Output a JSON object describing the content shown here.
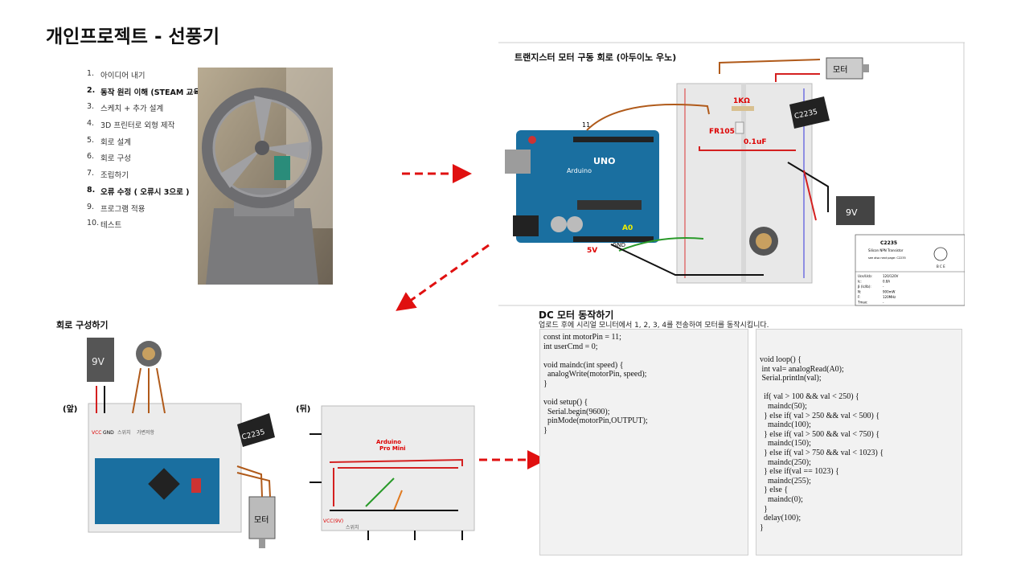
{
  "title": "개인프로젝트 - 선풍기",
  "steps": [
    {
      "num": "1.",
      "label": "아이디어 내기",
      "bold": false
    },
    {
      "num": "2.",
      "label": "동작 원리 이해 (STEAM 교육)",
      "bold": true
    },
    {
      "num": "3.",
      "label": "스케치 + 추가 설계",
      "bold": false
    },
    {
      "num": "4.",
      "label": "3D 프린터로 외형 제작",
      "bold": false
    },
    {
      "num": "5.",
      "label": "회로 설계",
      "bold": false
    },
    {
      "num": "6.",
      "label": "회로 구성",
      "bold": false
    },
    {
      "num": "7.",
      "label": "조립하기",
      "bold": false
    },
    {
      "num": "8.",
      "label": "오류 수정 ( 오류시 3으로 )",
      "bold": true
    },
    {
      "num": "9.",
      "label": "프로그램 적용",
      "bold": false
    },
    {
      "num": "10.",
      "label": "테스트",
      "bold": false
    }
  ],
  "transistor_section": {
    "title": "트랜지스터 모터 구동 회로 (아두이노 우노)",
    "labels": {
      "pin11": "11",
      "res": "1KΩ",
      "diode": "FR105",
      "cap": "0.1uF",
      "transistor": "C2235",
      "motor": "모터",
      "battery": "9V",
      "a0": "A0",
      "v5": "5V",
      "gnd": "GND",
      "uno": "UNO",
      "arduino": "Arduino"
    },
    "datasheet": {
      "part": "C2235",
      "type": "Silicon NPN Transistor",
      "note": "see also next page: C2235",
      "pins": "B C E",
      "rows": [
        [
          "Uce/Ucb:",
          "120/120V"
        ],
        [
          "Ic:",
          "0.8A"
        ],
        [
          "β (Ic/Ib):",
          "-"
        ],
        [
          "N:",
          "900mW"
        ],
        [
          "F:",
          "120MHz"
        ],
        [
          "Tmax:",
          "-"
        ]
      ]
    }
  },
  "build_section": {
    "title": "회로 구성하기",
    "front": "(앞)",
    "back": "(뒤)",
    "labels": {
      "battery": "9V",
      "vcc": "VCC",
      "gnd": "GND",
      "switch": "스위치",
      "pot": "가변저항",
      "transistor": "C2235",
      "motor": "모터",
      "arduino": "Arduino",
      "promini": "Pro Mini",
      "vcc9v": "VCC(9V)"
    }
  },
  "dc_section": {
    "title": "DC 모터 동작하기",
    "desc": "업로드 후에 시리얼 모니터에서 1, 2, 3, 4를 전송하여 모터를 동작시킵니다.",
    "code_left": "const int motorPin = 11;\nint userCmd = 0;\n\nvoid maindc(int speed) {\n  analogWrite(motorPin, speed);\n}\n\nvoid setup() {\n  Serial.begin(9600);\n  pinMode(motorPin,OUTPUT);\n}",
    "code_right": "void loop() {\n int val= analogRead(A0);\n Serial.println(val);\n\n  if( val > 100 && val < 250) {\n    maindc(50);\n  } else if( val > 250 && val < 500) {\n    maindc(100);\n  } else if( val > 500 && val < 750) {\n    maindc(150);\n  } else if( val > 750 && val < 1023) {\n    maindc(250);\n  } else if(val == 1023) {\n    maindc(255);\n  } else {\n    maindc(0);\n  }\n  delay(100);\n}"
  },
  "colors": {
    "arrow": "#e01010",
    "arduino": "#1a6fa0",
    "breadboard": "#e8e8e8",
    "wire_red": "#d42020",
    "wire_brown": "#b05a1a"
  },
  "icons": [
    "fan-photo",
    "arduino-board",
    "breadboard",
    "motor-icon",
    "battery-icon",
    "transistor-icon",
    "potentiometer-icon",
    "arrow-icon"
  ]
}
